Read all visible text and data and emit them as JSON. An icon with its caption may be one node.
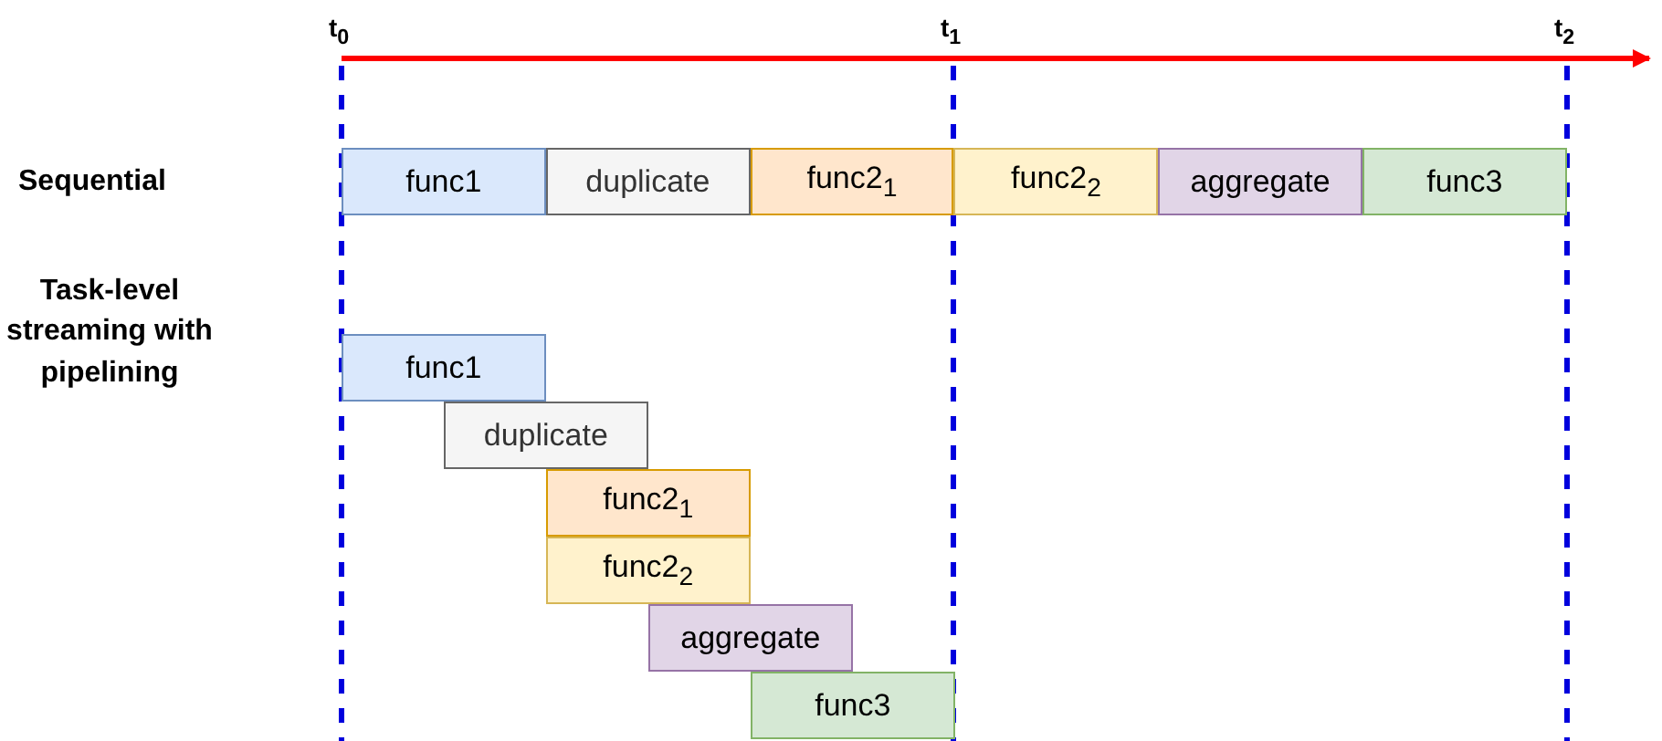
{
  "diagram": {
    "nodes": [
      {
        "text": [
          "func1"
        ]
      },
      {
        "text": [
          "duplicate"
        ]
      },
      {
        "text": [
          "func2$_{1}$"
        ]
      },
      {
        "text": [
          "func2$_{2}$"
        ]
      },
      {
        "text": [
          "aggregate"
        ]
      },
      {
        "text": [
          "func3"
        ]
      },
      {
        "text": [
          "func1"
        ]
      },
      {
        "text": [
          "duplicate"
        ]
      },
      {
        "text": [
          "func2$_{1}$"
        ]
      },
      {
        "text": [
          "func2$_{2}$"
        ]
      },
      {
        "text": [
          "aggregate"
        ]
      },
      {
        "text": [
          "func3"
        ]
      }
    ],
    "labels": [
      "t$_{0}$",
      "t$_{1}$",
      "t$_{2}$",
      "Sequential",
      "Task-level streaming with pipelining"
    ]
  }
}
